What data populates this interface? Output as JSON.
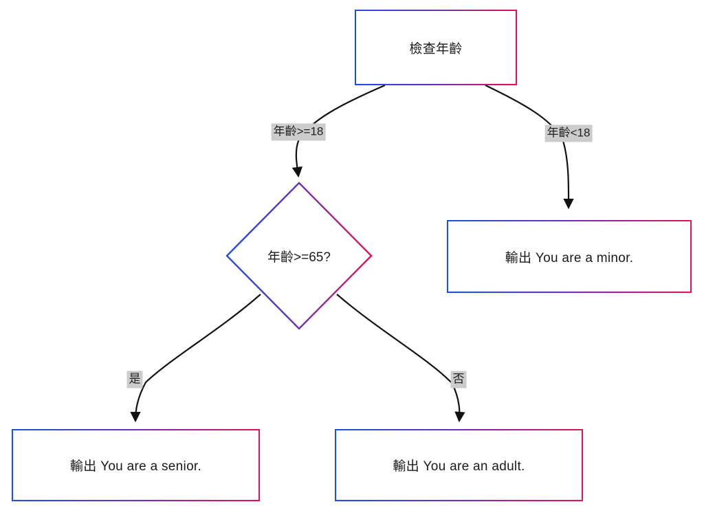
{
  "diagram": {
    "type": "flowchart",
    "direction": "top-down",
    "background": "#ffffff",
    "palette": {
      "border_start": "#1f4fe0",
      "border_mid": "#6b32b4",
      "border_end": "#e41250",
      "edge_stroke": "#111111",
      "edge_label_background": "#cccccc",
      "text": "#1a1a1a"
    },
    "nodes": [
      {
        "id": "check-age",
        "shape": "rectangle",
        "label": "檢查年齡"
      },
      {
        "id": "age-65",
        "shape": "diamond",
        "label": "年齡>=65?"
      },
      {
        "id": "output-minor",
        "shape": "rectangle",
        "label": "輸出 You are a minor."
      },
      {
        "id": "output-senior",
        "shape": "rectangle",
        "label": "輸出 You are a senior."
      },
      {
        "id": "output-adult",
        "shape": "rectangle",
        "label": "輸出 You are an adult."
      }
    ],
    "edges": [
      {
        "id": "edge-age-ge-18",
        "from": "check-age",
        "to": "age-65",
        "label": "年齡>=18"
      },
      {
        "id": "edge-age-lt-18",
        "from": "check-age",
        "to": "output-minor",
        "label": "年齡<18"
      },
      {
        "id": "edge-yes",
        "from": "age-65",
        "to": "output-senior",
        "label": "是"
      },
      {
        "id": "edge-no",
        "from": "age-65",
        "to": "output-adult",
        "label": "否"
      }
    ]
  }
}
